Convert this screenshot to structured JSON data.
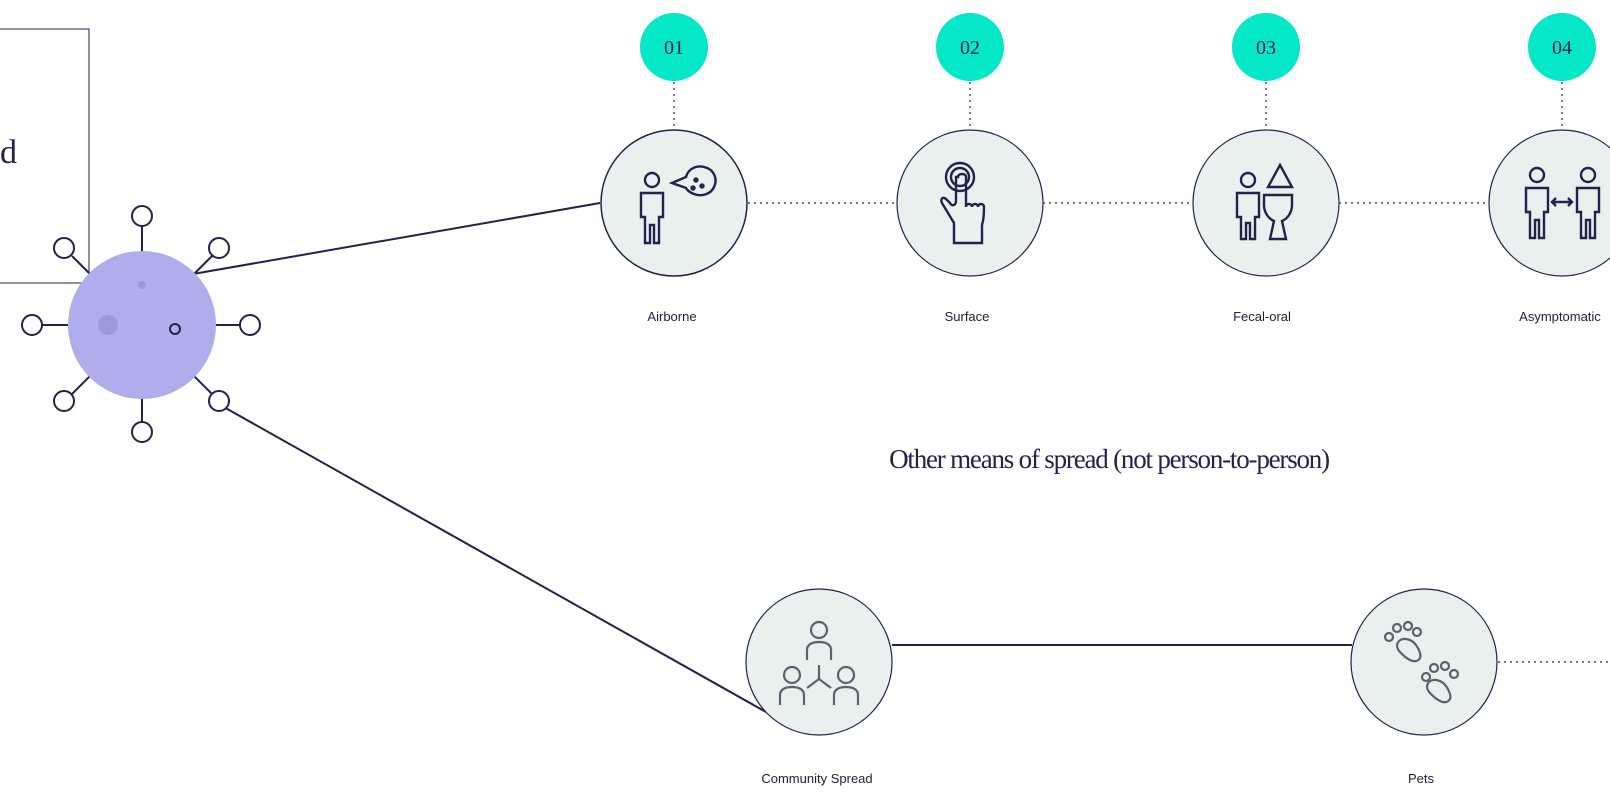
{
  "colors": {
    "accent_teal": "#05e8c7",
    "virus_fill": "#afadeb",
    "virus_spot": "#9c98de",
    "navy": "#22224a",
    "node_fill": "#eaf0ee"
  },
  "title_box": {
    "partial_text": "d"
  },
  "person_to_person": {
    "nodes": [
      {
        "number": "01",
        "label": "Airborne",
        "icon": "airborne-person-icon"
      },
      {
        "number": "02",
        "label": "Surface",
        "icon": "touch-hand-icon"
      },
      {
        "number": "03",
        "label": "Fecal-oral",
        "icon": "toilet-icon"
      },
      {
        "number": "04",
        "label": "Asymptomatic",
        "icon": "two-people-icon"
      }
    ]
  },
  "other_means": {
    "heading": "Other means of spread (not person-to-person)",
    "nodes": [
      {
        "label": "Community Spread",
        "icon": "community-group-icon"
      },
      {
        "label": "Pets",
        "icon": "paw-prints-icon"
      }
    ]
  }
}
